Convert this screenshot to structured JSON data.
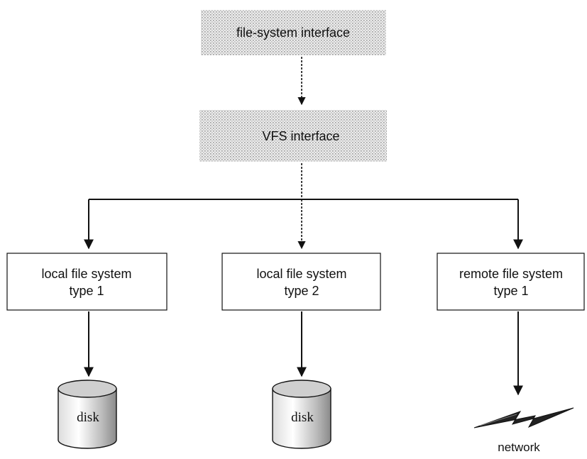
{
  "diagram": {
    "top_box": {
      "label": "file-system interface"
    },
    "vfs_box": {
      "label": "VFS interface"
    },
    "local1": {
      "line1": "local file system",
      "line2": "type 1"
    },
    "local2": {
      "line1": "local file system",
      "line2": "type 2"
    },
    "remote1": {
      "line1": "remote file system",
      "line2": "type 1"
    },
    "disk1": {
      "label": "disk"
    },
    "disk2": {
      "label": "disk"
    },
    "network": {
      "label": "network"
    }
  }
}
